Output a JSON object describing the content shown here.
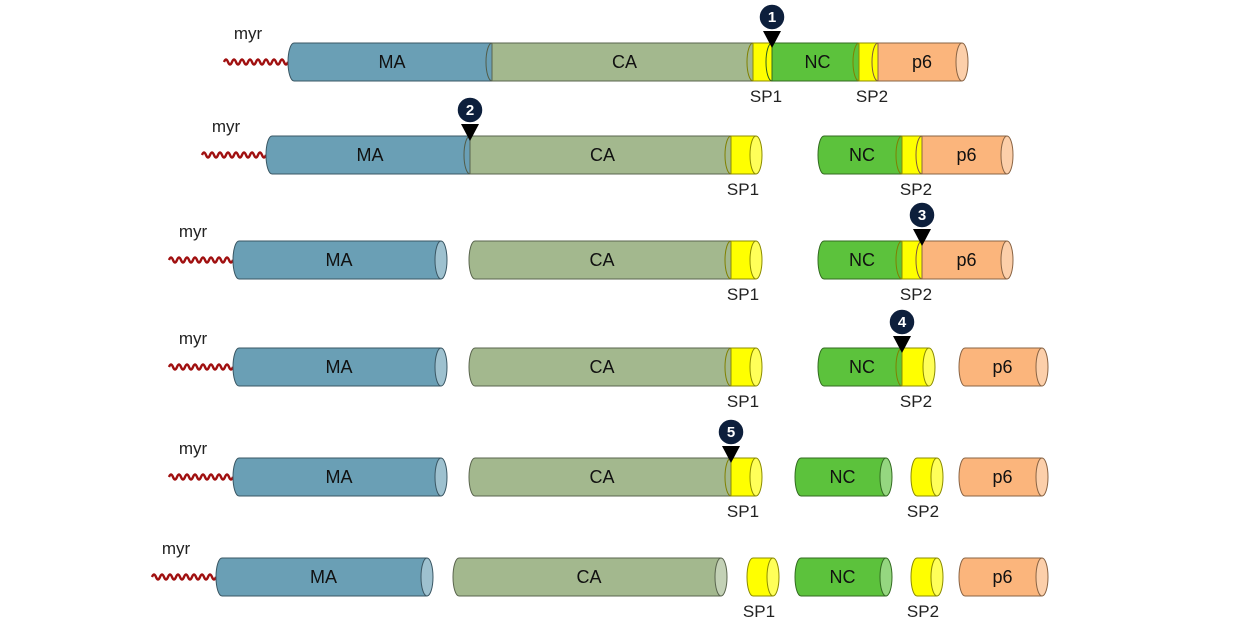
{
  "colors": {
    "MA": "#6a9fb5",
    "CA": "#a3b88e",
    "SP": "#ffff00",
    "NC": "#5cc23c",
    "p6": "#fbb57c",
    "myr": "#a01010",
    "marker": "#0d1f3c"
  },
  "labels": {
    "myr": "myr",
    "MA": "MA",
    "CA": "CA",
    "NC": "NC",
    "p6": "p6",
    "SP1": "SP1",
    "SP2": "SP2"
  },
  "steps": [
    {
      "number": "1"
    },
    {
      "number": "2"
    },
    {
      "number": "3"
    },
    {
      "number": "4"
    },
    {
      "number": "5"
    }
  ]
}
